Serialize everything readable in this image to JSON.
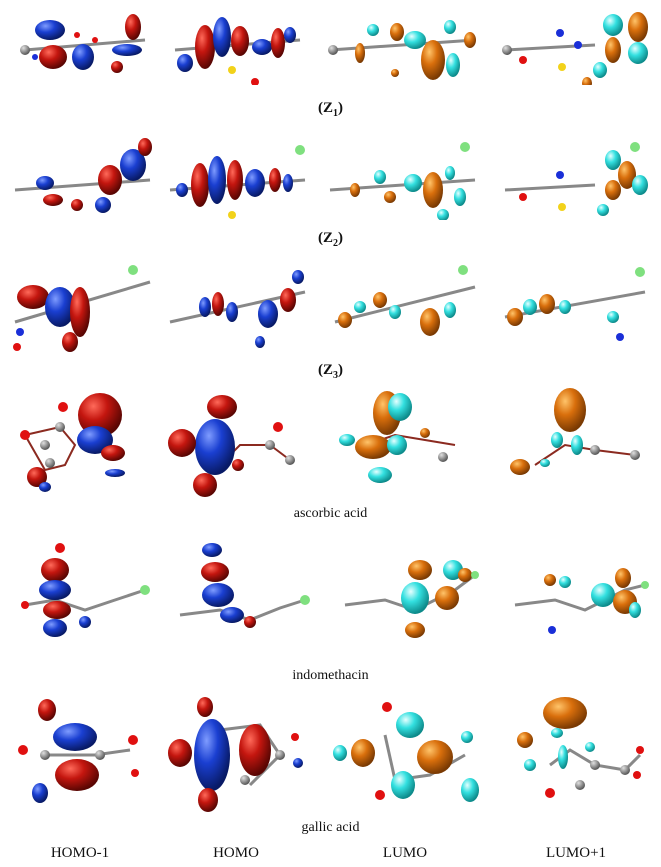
{
  "figure": {
    "colors": {
      "occupied_positive": "#c4160f",
      "occupied_negative": "#1a3fd1",
      "virtual_positive": "#d96f0c",
      "virtual_negative": "#33e0e0",
      "carbon": "#8a8a8a",
      "oxygen": "#e01010",
      "nitrogen": "#1a2fd8",
      "sulfur": "#f2d21a",
      "chlorine": "#7fe07f",
      "hydrogen": "#e8e8e8"
    },
    "rows": [
      {
        "label_prefix": "(Z",
        "label_sub": "1",
        "label_suffix": ")"
      },
      {
        "label_prefix": "(Z",
        "label_sub": "2",
        "label_suffix": ")"
      },
      {
        "label_prefix": "(Z",
        "label_sub": "3",
        "label_suffix": ")"
      },
      {
        "label": "ascorbic acid"
      },
      {
        "label": "indomethacin"
      },
      {
        "label": "gallic acid"
      }
    ],
    "columns": [
      "HOMO-1",
      "HOMO",
      "LUMO",
      "LUMO+1"
    ]
  }
}
